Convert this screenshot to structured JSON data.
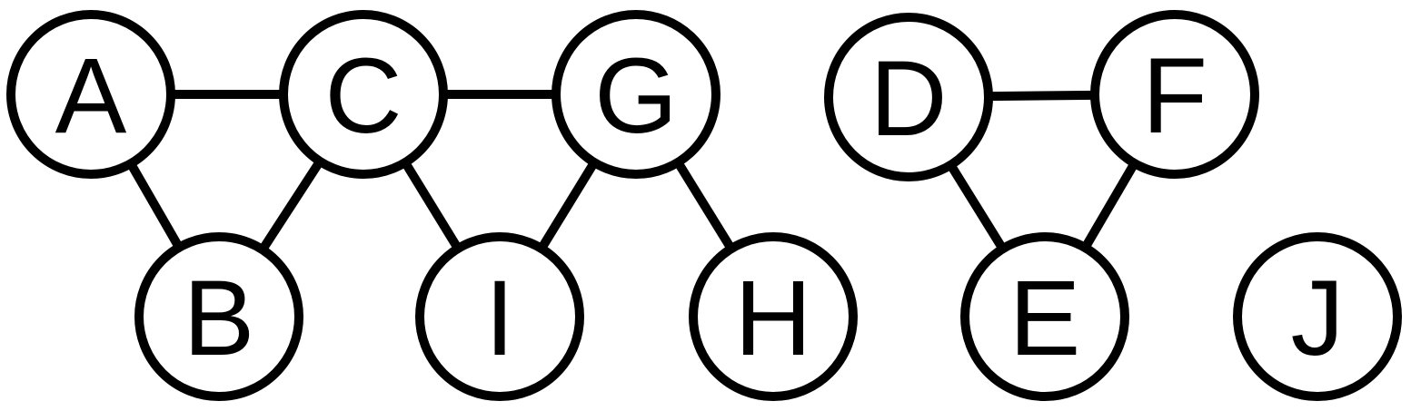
{
  "graph": {
    "nodes": [
      {
        "id": "A",
        "label": "A"
      },
      {
        "id": "B",
        "label": "B"
      },
      {
        "id": "C",
        "label": "C"
      },
      {
        "id": "I",
        "label": "I"
      },
      {
        "id": "G",
        "label": "G"
      },
      {
        "id": "H",
        "label": "H"
      },
      {
        "id": "D",
        "label": "D"
      },
      {
        "id": "E",
        "label": "E"
      },
      {
        "id": "F",
        "label": "F"
      },
      {
        "id": "J",
        "label": "J"
      }
    ],
    "edges": [
      {
        "from": "A",
        "to": "C"
      },
      {
        "from": "A",
        "to": "B"
      },
      {
        "from": "C",
        "to": "B"
      },
      {
        "from": "C",
        "to": "G"
      },
      {
        "from": "C",
        "to": "I"
      },
      {
        "from": "G",
        "to": "I"
      },
      {
        "from": "G",
        "to": "H"
      },
      {
        "from": "D",
        "to": "F"
      },
      {
        "from": "D",
        "to": "E"
      },
      {
        "from": "F",
        "to": "E"
      }
    ],
    "colors": {
      "stroke": "#000000",
      "fill": "#ffffff",
      "text": "#000000"
    }
  }
}
